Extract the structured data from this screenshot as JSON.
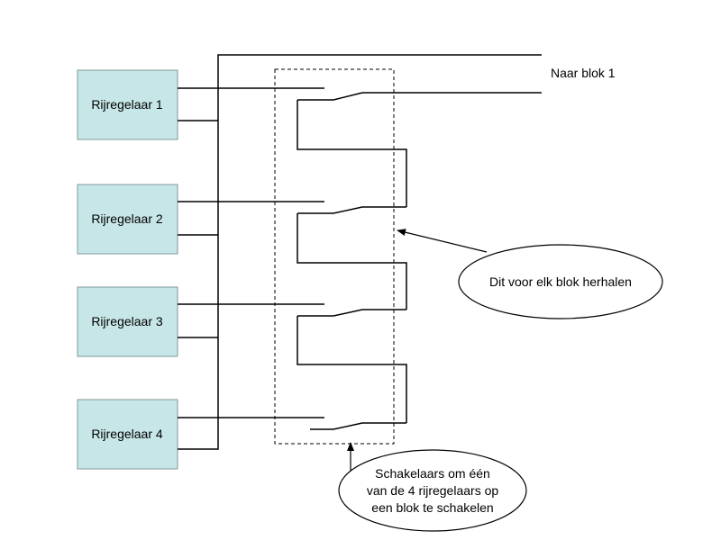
{
  "controllers": [
    {
      "label": "Rijregelaar 1"
    },
    {
      "label": "Rijregelaar 2"
    },
    {
      "label": "Rijregelaar 3"
    },
    {
      "label": "Rijregelaar 4"
    }
  ],
  "output_label": "Naar blok 1",
  "callout_repeat": "Dit voor elk blok herhalen",
  "callout_switches": {
    "line1": "Schakelaars om één",
    "line2": "van de 4 rijregelaars op",
    "line3": "een blok te schakelen"
  },
  "colors": {
    "box_fill": "#c7e6e7",
    "box_stroke": "#7f9a9a",
    "line": "#000000"
  }
}
